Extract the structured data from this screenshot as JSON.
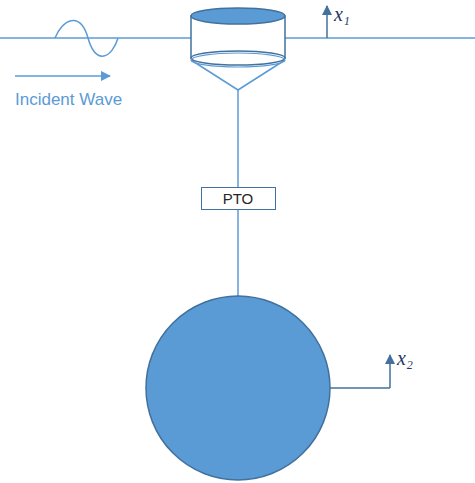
{
  "diagram": {
    "nodes": [
      {
        "text": [
          "PTO"
        ]
      }
    ],
    "edges": [],
    "labels": [
      "Incident Wave",
      "x₁",
      "x₂"
    ]
  }
}
